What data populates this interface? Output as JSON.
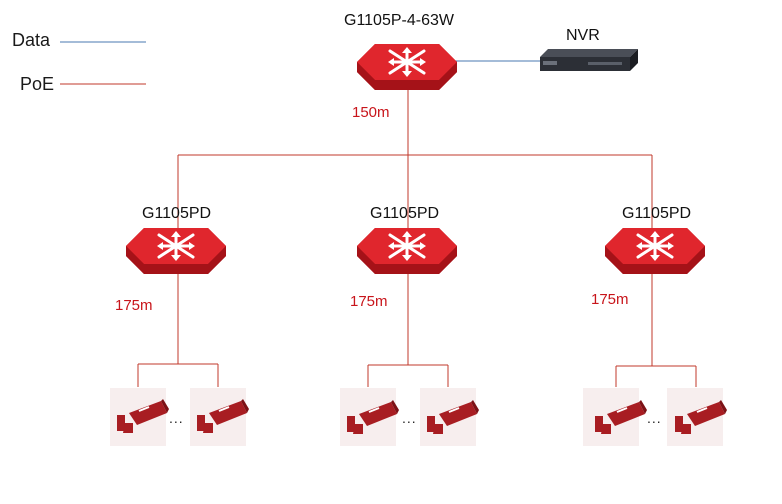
{
  "legend": {
    "data_label": "Data",
    "poe_label": "PoE",
    "data_color": "#4a78b0",
    "poe_color": "#c0392b"
  },
  "devices": {
    "core_switch": {
      "label": "G1105P-4-63W",
      "icon": "poe-switch-icon"
    },
    "nvr": {
      "label": "NVR",
      "icon": "nvr-recorder-icon"
    },
    "switches": [
      {
        "label": "G1105PD",
        "icon": "switch-icon"
      },
      {
        "label": "G1105PD",
        "icon": "switch-icon"
      },
      {
        "label": "G1105PD",
        "icon": "switch-icon"
      }
    ]
  },
  "distances": {
    "uplink": "150m",
    "downlinks": [
      "175m",
      "175m",
      "175m"
    ]
  },
  "camera_groups": [
    {
      "ellipsis": "...",
      "icon": "security-camera-icon"
    },
    {
      "ellipsis": "...",
      "icon": "security-camera-icon"
    },
    {
      "ellipsis": "...",
      "icon": "security-camera-icon"
    }
  ],
  "colors": {
    "switch_red": "#d9232a",
    "camera_red": "#a81d22",
    "nvr_body": "#2c2f36"
  }
}
